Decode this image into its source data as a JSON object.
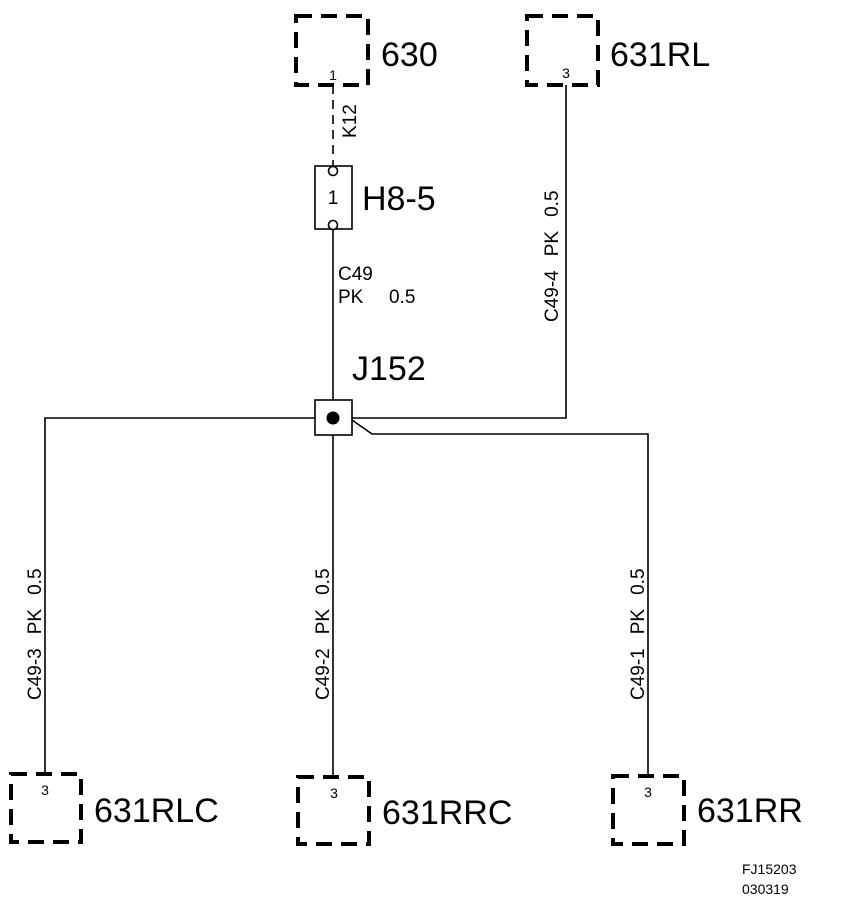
{
  "connectors": {
    "c630": {
      "name": "630",
      "pin": "1"
    },
    "c631rl": {
      "name": "631RL",
      "pin": "3"
    },
    "c631rlc": {
      "name": "631RLC",
      "pin": "3"
    },
    "c631rrc": {
      "name": "631RRC",
      "pin": "3"
    },
    "c631rr": {
      "name": "631RR",
      "pin": "3"
    }
  },
  "fuse": {
    "name": "H8-5",
    "pin": "1"
  },
  "junction": {
    "name": "J152"
  },
  "wires": {
    "k12": {
      "circuit": "K12"
    },
    "c49": {
      "circuit": "C49",
      "color": "PK",
      "size": "0.5"
    },
    "c49_4": {
      "circuit": "C49-4",
      "color": "PK",
      "size": "0.5"
    },
    "c49_3": {
      "circuit": "C49-3",
      "color": "PK",
      "size": "0.5"
    },
    "c49_2": {
      "circuit": "C49-2",
      "color": "PK",
      "size": "0.5"
    },
    "c49_1": {
      "circuit": "C49-1",
      "color": "PK",
      "size": "0.5"
    }
  },
  "figure": {
    "id": "FJ15203",
    "date": "030319"
  }
}
